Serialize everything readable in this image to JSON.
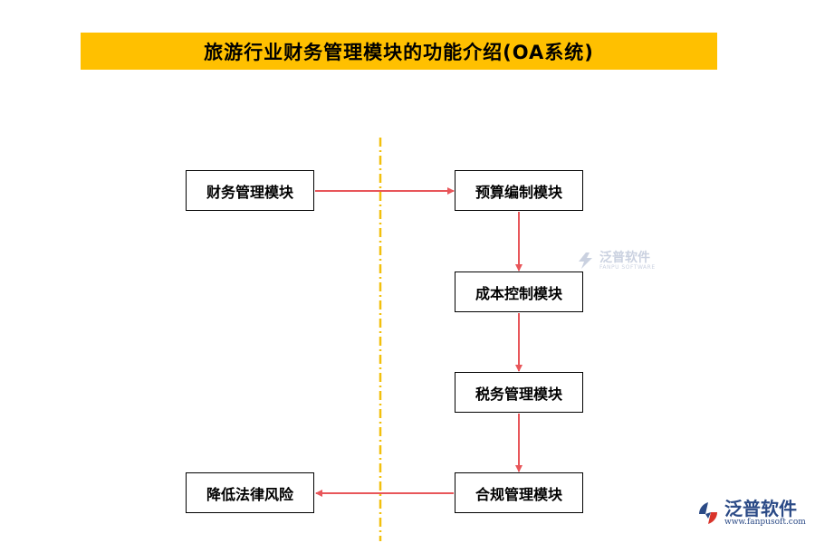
{
  "title": "旅游行业财务管理模块的功能介绍(OA系统)",
  "colors": {
    "title_bg": "#ffc000",
    "arrow": "#e8565a",
    "divider": "#f2c00d",
    "logo_blue": "#2b4a86",
    "logo_red": "#d9342b"
  },
  "nodes": {
    "finance_mgmt": "财务管理模块",
    "budget": "预算编制模块",
    "cost_control": "成本控制模块",
    "tax_mgmt": "税务管理模块",
    "compliance": "合规管理模块",
    "legal_risk": "降低法律风险"
  },
  "watermark": {
    "name": "泛普软件",
    "subtitle": "FANPU SOFTWARE",
    "url": "www.fanpusoft.com"
  }
}
